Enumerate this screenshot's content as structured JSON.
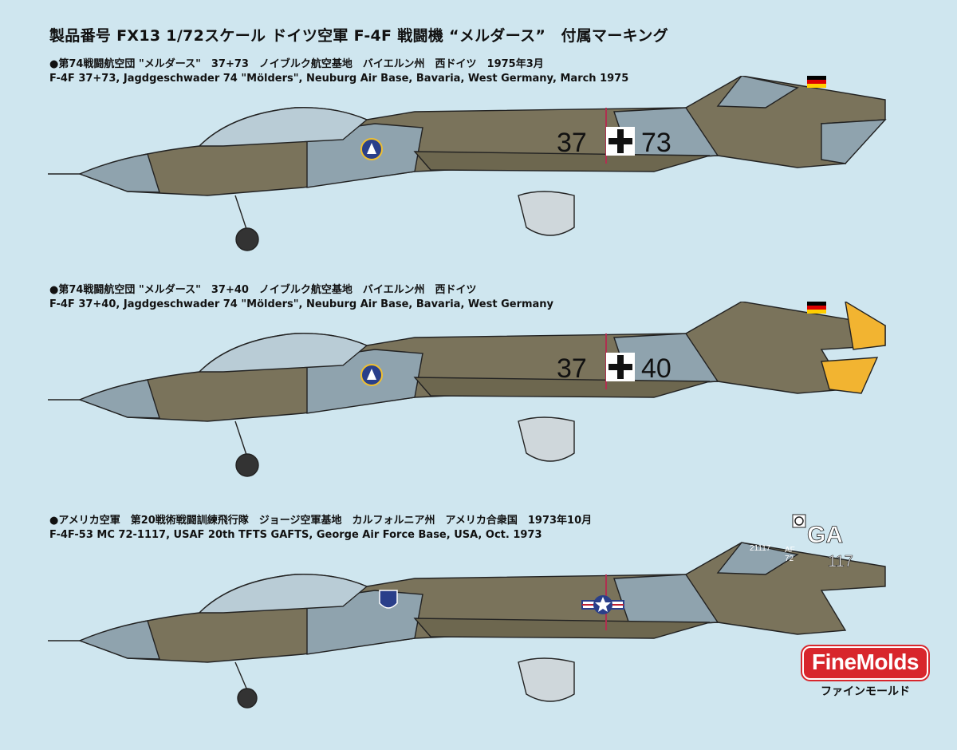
{
  "title": "製品番号 FX13 1/72スケール ドイツ空軍 F-4F 戦闘機 “メルダース”　付属マーキング",
  "profiles": [
    {
      "caption_jp": "●第74戦闘航空団 \"メルダース\"　37+73　ノイブルク航空基地　バイエルン州　西ドイツ　1975年3月",
      "caption_en": "F-4F 37+73, Jagdgeschwader 74 \"Mölders\",  Neuburg Air Base, Bavaria, West Germany,  March 1975",
      "code_left": "37",
      "code_right": "73",
      "tail_color": "#7a735b",
      "insignia": "cross"
    },
    {
      "caption_jp": "●第74戦闘航空団 \"メルダース\"　37+40　ノイブルク航空基地　バイエルン州　西ドイツ",
      "caption_en": "F-4F 37+40, Jagdgeschwader 74 \"Mölders\",  Neuburg Air Base, Bavaria, West Germany",
      "code_left": "37",
      "code_right": "40",
      "tail_color": "#f2b431",
      "insignia": "cross"
    },
    {
      "caption_jp": "●アメリカ空軍　第20戦術戦闘訓練飛行隊　ジョージ空軍基地　カルフォルニア州　アメリカ合衆国　1973年10月",
      "caption_en": "F-4F-53 MC 72-1117, USAF 20th TFTS GAFTS,  George  Air Force Base, USA, Oct. 1973",
      "tail_code": "GA",
      "tail_number": "117",
      "serial": "21117",
      "tail_small_1": "AF",
      "tail_small_2": "72",
      "tail_color": "#7a735b",
      "insignia": "usaf"
    }
  ],
  "brand": {
    "logo": "FineMolds",
    "kana": "ファインモールド"
  },
  "colors": {
    "background": "#cfe6ef",
    "camo_olive": "#7a735b",
    "camo_grey": "#8fa3ae",
    "camo_brown": "#8a7350",
    "brand_red": "#d8262c"
  }
}
